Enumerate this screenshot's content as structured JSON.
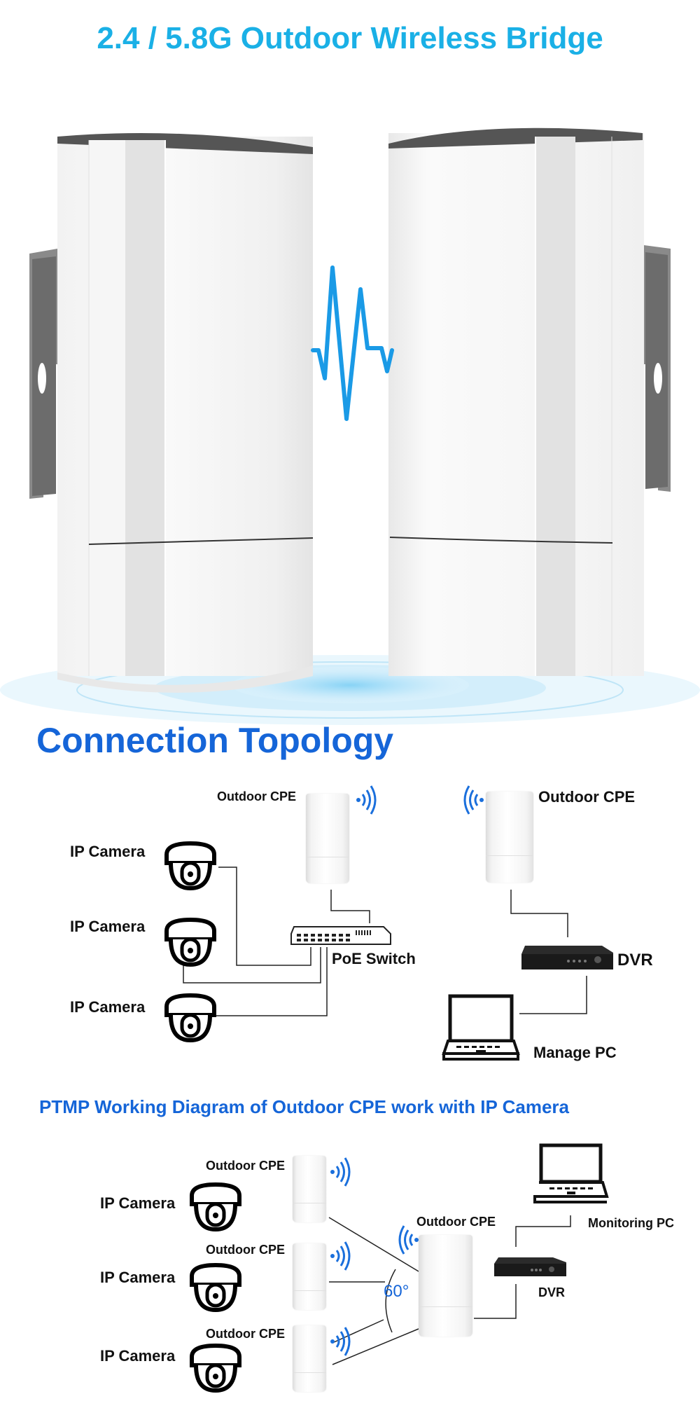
{
  "header": {
    "title": "2.4 / 5.8G Outdoor Wireless Bridge"
  },
  "colors": {
    "title": "#1ab0e6",
    "heading": "#1565d8",
    "signal": "#1a9ae6",
    "line": "#222222"
  },
  "hero": {
    "devices": [
      "Outdoor CPE (left)",
      "Outdoor CPE (right)"
    ],
    "signal_icon": "heartbeat-wave-icon"
  },
  "topology": {
    "title": "Connection Topology",
    "left": {
      "cpe_label": "Outdoor CPE",
      "cameras": [
        "IP Camera",
        "IP Camera",
        "IP Camera"
      ],
      "switch_label": "PoE Switch"
    },
    "right": {
      "cpe_label": "Outdoor CPE",
      "dvr_label": "DVR",
      "pc_label": "Manage PC"
    }
  },
  "ptmp": {
    "title": "PTMP Working Diagram of Outdoor CPE work with IP Camera",
    "clients": [
      {
        "cpe_label": "Outdoor CPE",
        "camera_label": "IP Camera"
      },
      {
        "cpe_label": "Outdoor CPE",
        "camera_label": "IP Camera"
      },
      {
        "cpe_label": "Outdoor CPE",
        "camera_label": "IP Camera"
      }
    ],
    "base_label": "Outdoor CPE",
    "angle_label": "60°",
    "dvr_label": "DVR",
    "pc_label": "Monitoring PC"
  }
}
